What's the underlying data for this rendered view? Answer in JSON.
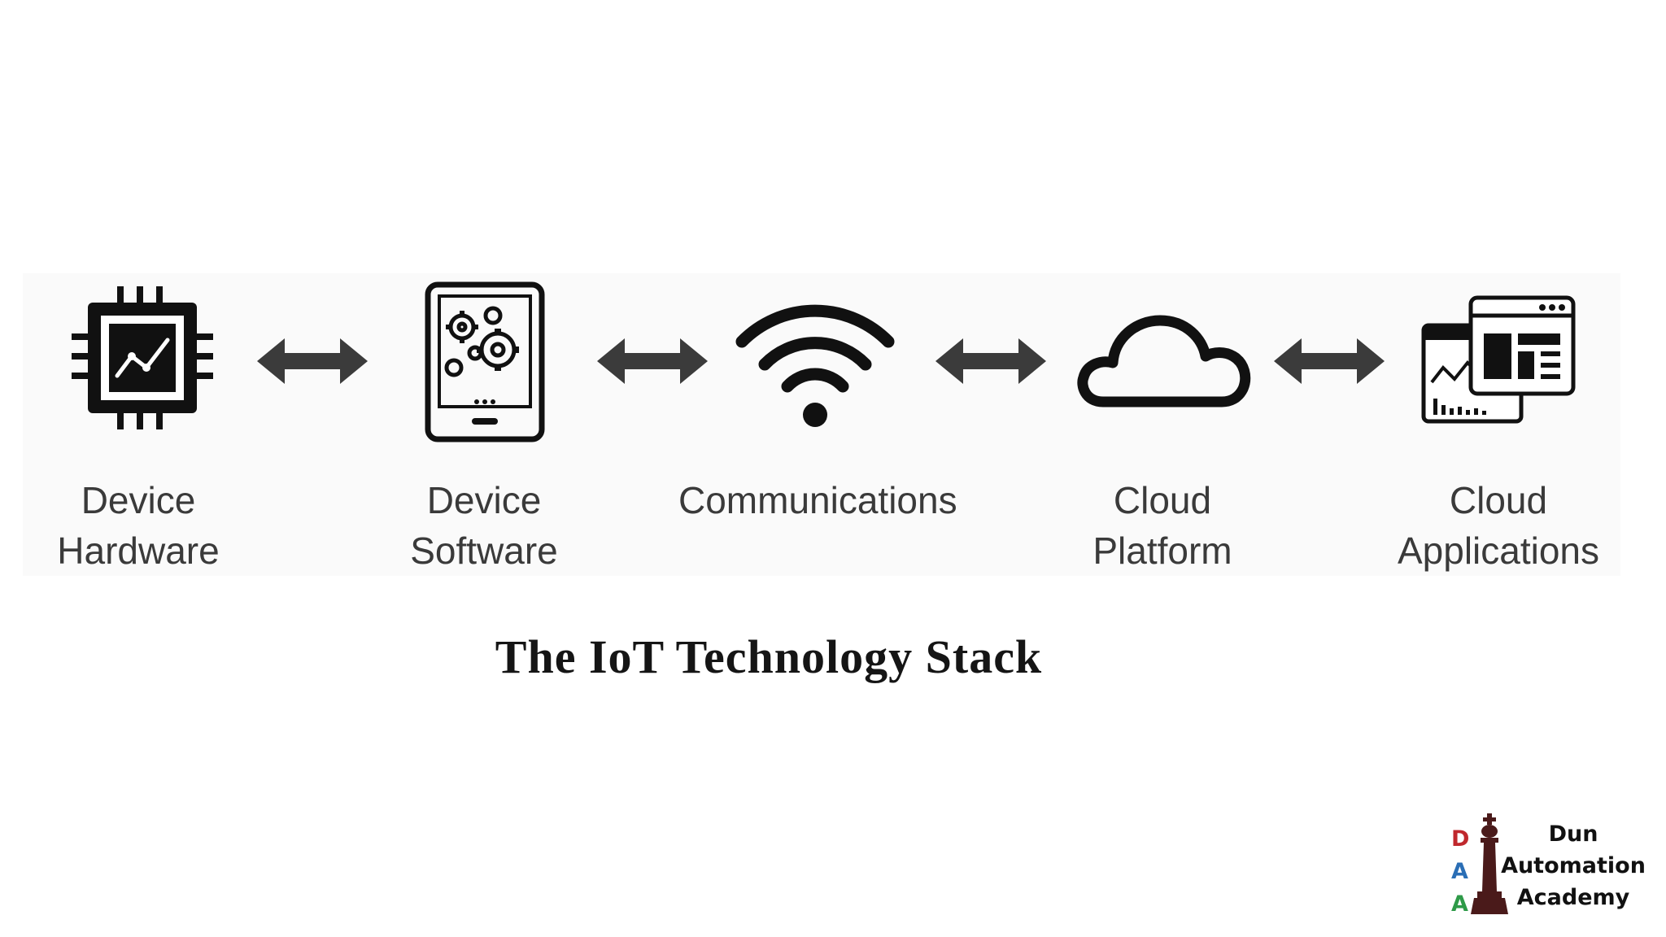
{
  "caption": "The IoT Technology Stack",
  "nodes": [
    {
      "icon": "chip-icon",
      "line1": "Device",
      "line2": "Hardware"
    },
    {
      "icon": "tablet-gears-icon",
      "line1": "Device",
      "line2": "Software"
    },
    {
      "icon": "wifi-icon",
      "line1": "Communications",
      "line2": ""
    },
    {
      "icon": "cloud-icon",
      "line1": "Cloud",
      "line2": "Platform"
    },
    {
      "icon": "dashboard-windows-icon",
      "line1": "Cloud",
      "line2": "Applications"
    }
  ],
  "connector": "double-headed-arrow",
  "logo": {
    "letters": [
      "D",
      "A",
      "A"
    ],
    "letter_colors": [
      "#c0282d",
      "#2a6eb5",
      "#2e9a48"
    ],
    "name_lines": [
      "Dun",
      "Automation",
      "Academy"
    ],
    "emblem": "chess-king-icon"
  }
}
